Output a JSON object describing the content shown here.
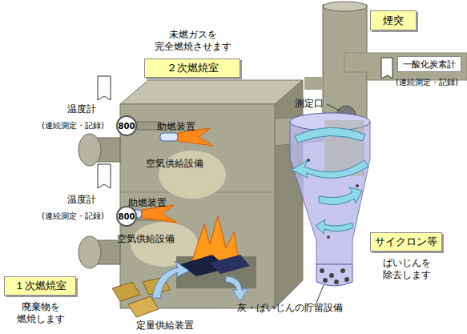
{
  "diagram": {
    "nodes": [
      {
        "text": [
          "煙突"
        ]
      },
      {
        "text": [
          "未燃ガスを 完全燃焼させます",
          "２次燃焼室"
        ]
      },
      {
        "text": [
          "一酸化炭素計",
          "(連続測定・記録)"
        ]
      },
      {
        "text": [
          "800"
        ]
      },
      {
        "text": [
          "800"
        ]
      },
      {
        "text": [
          "サイクロン等",
          "ばいじんを 除去します"
        ]
      },
      {
        "text": [
          "１次燃焼室",
          "廃棄物を 燃焼します"
        ]
      }
    ],
    "labels": [
      "測定口",
      "温度計",
      "(連続測定・記録)",
      "助燃装置",
      "空気供給設備",
      "温度計",
      "(連続測定・記録)",
      "助燃装置",
      "空気供給設備",
      "灰・ばいじんの貯留設備",
      "定量供給装置"
    ]
  }
}
